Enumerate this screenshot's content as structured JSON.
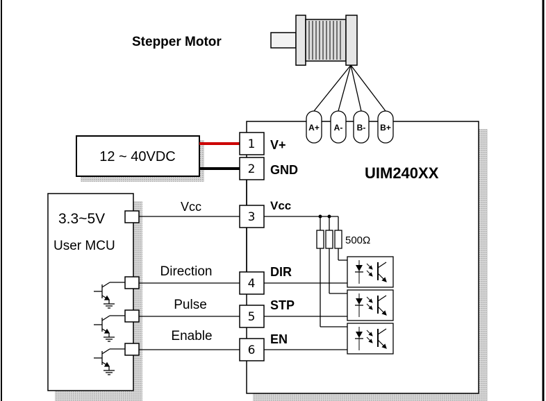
{
  "title": "Stepper Motor",
  "power_supply": {
    "label": "12 ~ 40VDC"
  },
  "device": {
    "name": "UIM240XX"
  },
  "motor_coils": [
    "A+",
    "A-",
    "B-",
    "B+"
  ],
  "pins": [
    {
      "number": "1",
      "name": "V+"
    },
    {
      "number": "2",
      "name": "GND"
    },
    {
      "number": "3",
      "name": "Vcc"
    },
    {
      "number": "4",
      "name": "DIR"
    },
    {
      "number": "5",
      "name": "STP"
    },
    {
      "number": "6",
      "name": "EN"
    }
  ],
  "resistor_label": "500Ω",
  "mcu": {
    "voltage": "3.3~5V",
    "name": "User MCU"
  },
  "wires": {
    "vcc": "Vcc",
    "direction": "Direction",
    "pulse": "Pulse",
    "enable": "Enable"
  },
  "colors": {
    "positive_wire": "#cc0000",
    "ground_wire": "#000000",
    "shadow": "#c8c8c8"
  }
}
